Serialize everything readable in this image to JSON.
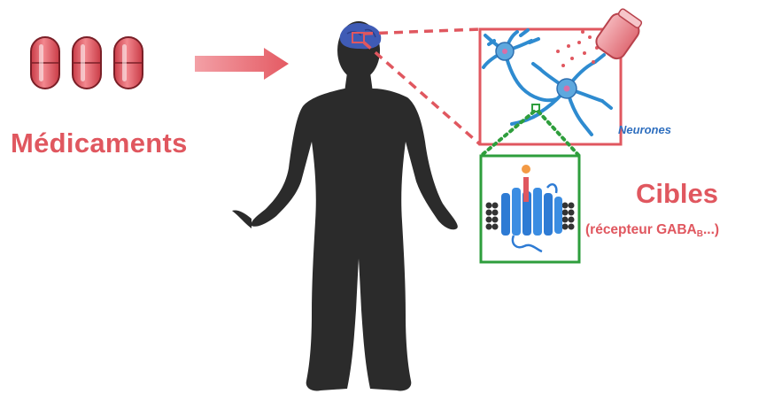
{
  "labels": {
    "medications": "Médicaments",
    "neurons": "Neurones",
    "targets": "Cibles",
    "receptor_prefix": "(récepteur GABA",
    "receptor_subscript": "B",
    "receptor_suffix": "...)"
  },
  "colors": {
    "capsule_red": "#e0575f",
    "arrow_red": "#e8727a",
    "zoom_red": "#e0575f",
    "zoom_green": "#2e9e3c",
    "silhouette": "#2b2b2b",
    "brain": "#3f5bb5",
    "neuron": "#2e8bd0",
    "receptor": "#2e7bd4",
    "ligand": "#f39a45"
  },
  "icons": [
    "capsule-icon",
    "arrow-right-icon",
    "human-silhouette-icon",
    "brain-icon",
    "neuron-icon",
    "receptor-icon",
    "pill-bottle-icon"
  ]
}
